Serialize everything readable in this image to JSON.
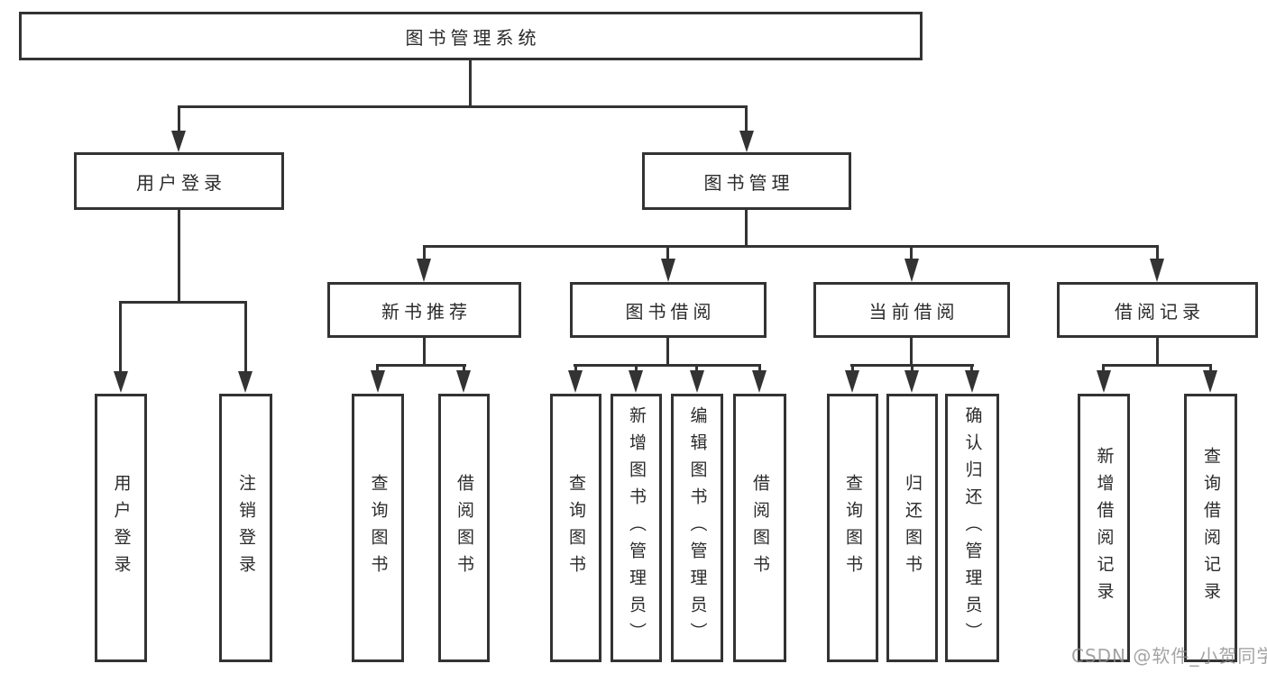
{
  "diagram_type": "functional-structure-diagram",
  "watermark": "CSDN @软件_小贺同学",
  "colors": {
    "line": "#333333",
    "text": "#2b2b2b",
    "background": "#ffffff",
    "watermark": "#8c8c8c"
  },
  "tree": {
    "label": "图书管理系统",
    "children": [
      {
        "label": "用户登录",
        "children": [
          {
            "label": "用户登录"
          },
          {
            "label": "注销登录"
          }
        ]
      },
      {
        "label": "图书管理",
        "children": [
          {
            "label": "新书推荐",
            "children": [
              {
                "label": "查询图书"
              },
              {
                "label": "借阅图书"
              }
            ]
          },
          {
            "label": "图书借阅",
            "children": [
              {
                "label": "查询图书"
              },
              {
                "label": "新增图书（管理员）"
              },
              {
                "label": "编辑图书（管理员）"
              },
              {
                "label": "借阅图书"
              }
            ]
          },
          {
            "label": "当前借阅",
            "children": [
              {
                "label": "查询图书"
              },
              {
                "label": "归还图书"
              },
              {
                "label": "确认归还（管理员）"
              }
            ]
          },
          {
            "label": "借阅记录",
            "children": [
              {
                "label": "新增借阅记录"
              },
              {
                "label": "查询借阅记录"
              }
            ]
          }
        ]
      }
    ]
  }
}
